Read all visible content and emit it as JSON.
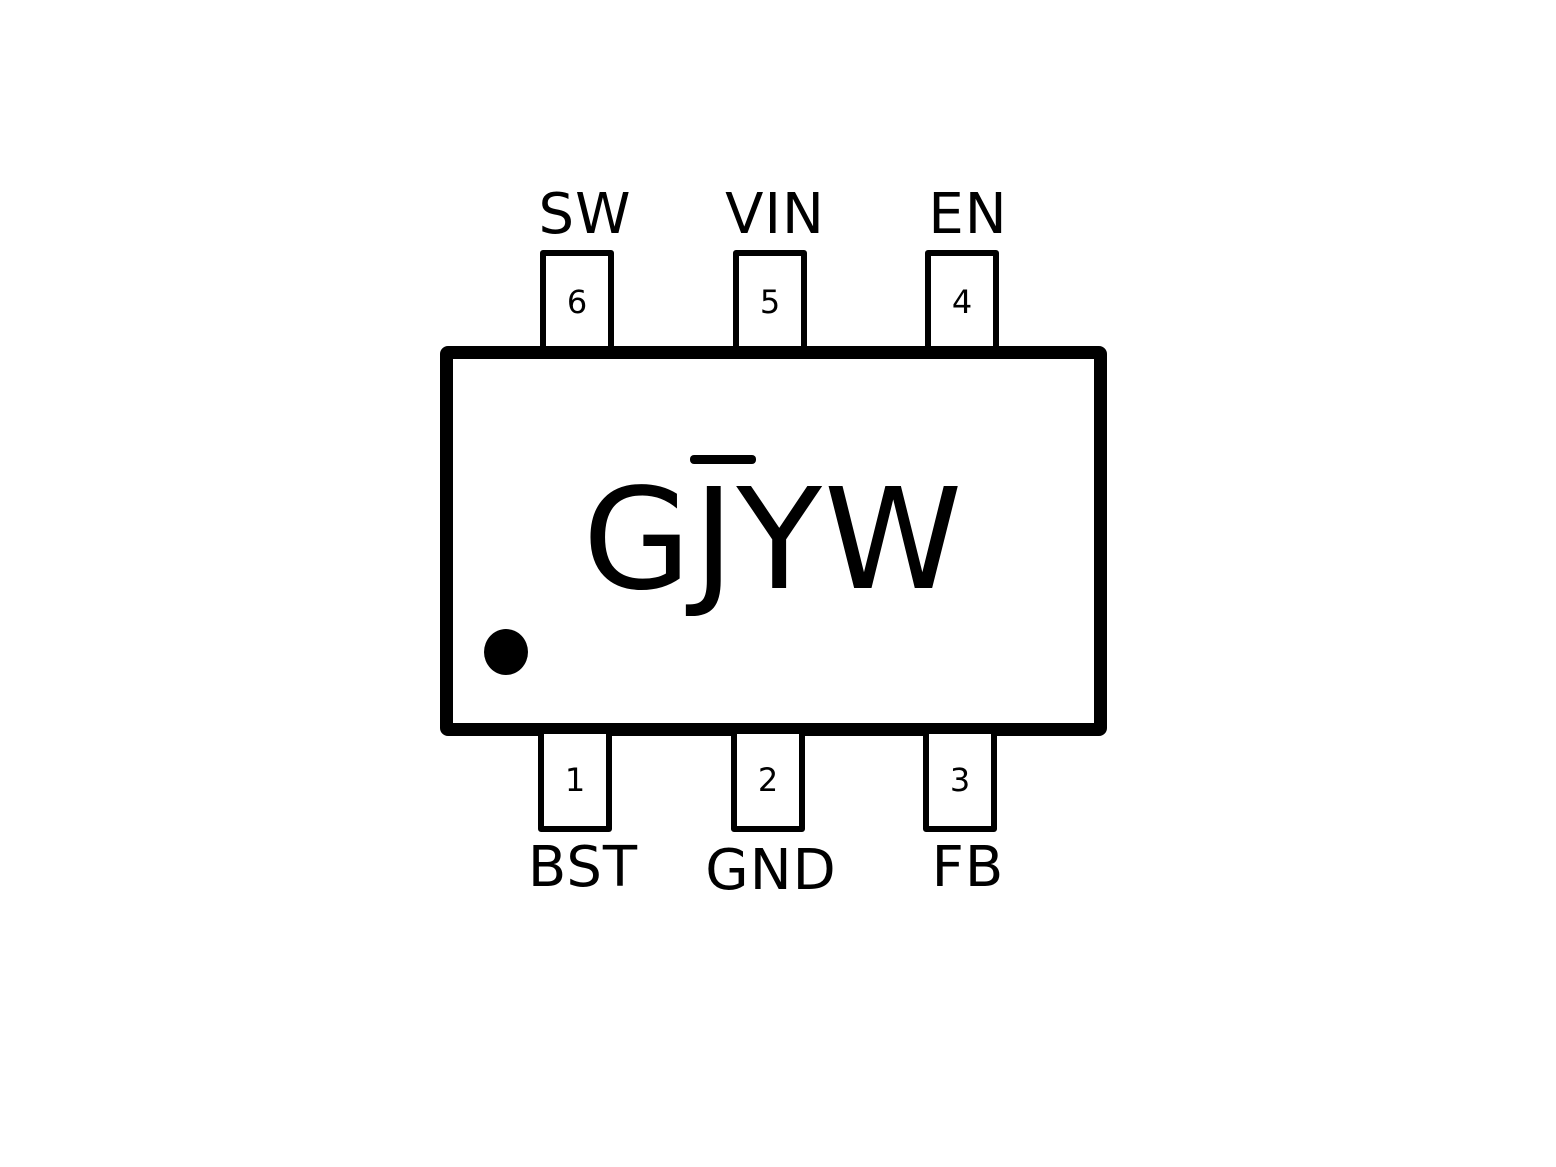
{
  "package": {
    "marking": "GJYW",
    "top_pins": [
      {
        "number": "6",
        "name": "SW"
      },
      {
        "number": "5",
        "name": "VIN"
      },
      {
        "number": "4",
        "name": "EN"
      }
    ],
    "bottom_pins": [
      {
        "number": "1",
        "name": "BST"
      },
      {
        "number": "2",
        "name": "GND"
      },
      {
        "number": "3",
        "name": "FB"
      }
    ],
    "pin1_indicator": "dot",
    "colors": {
      "outline": "#000000",
      "fill": "#ffffff"
    }
  }
}
